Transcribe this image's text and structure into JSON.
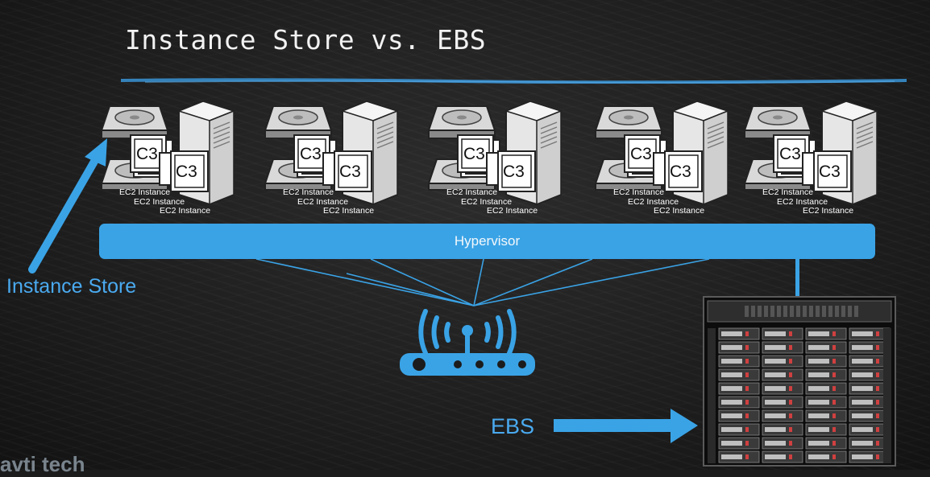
{
  "title": "Instance Store vs. EBS",
  "hosts": [
    {
      "chip_front": "C3",
      "chip_back": "C3",
      "instances": [
        "EC2 Instance",
        "EC2 Instance",
        "EC2 Instance"
      ]
    },
    {
      "chip_front": "C3",
      "chip_back": "C3",
      "instances": [
        "EC2 Instance",
        "EC2 Instance",
        "EC2 Instance"
      ]
    },
    {
      "chip_front": "C3",
      "chip_back": "C3",
      "instances": [
        "EC2 Instance",
        "EC2 Instance",
        "EC2 Instance"
      ]
    },
    {
      "chip_front": "C3",
      "chip_back": "C3",
      "instances": [
        "EC2 Instance",
        "EC2 Instance",
        "EC2 Instance"
      ]
    },
    {
      "chip_front": "C3",
      "chip_back": "C3",
      "instances": [
        "EC2 Instance",
        "EC2 Instance",
        "EC2 Instance"
      ]
    }
  ],
  "hypervisor": "Hypervisor",
  "instance_store_label": "Instance Store",
  "ebs_label": "EBS",
  "logo_text": "avti tech",
  "colors": {
    "accent": "#3aa3e6",
    "label": "#4aaaf0",
    "background": "#1c1c1c"
  },
  "icons": {
    "router": "wifi-router-icon",
    "storage": "storage-array-icon",
    "server": "server-tower-icon",
    "disk": "hard-drive-icon"
  }
}
